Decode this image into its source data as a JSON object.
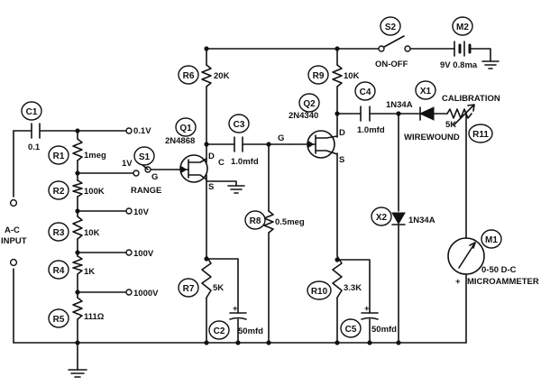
{
  "components": {
    "c1": {
      "ref": "C1",
      "value": "0.1"
    },
    "c2": {
      "ref": "C2",
      "value": "50mfd"
    },
    "c3": {
      "ref": "C3",
      "value": "1.0mfd"
    },
    "c4": {
      "ref": "C4",
      "value": "1.0mfd"
    },
    "c5": {
      "ref": "C5",
      "value": "50mfd"
    },
    "r1": {
      "ref": "R1",
      "value": "1meg"
    },
    "r2": {
      "ref": "R2",
      "value": "100K"
    },
    "r3": {
      "ref": "R3",
      "value": "10K"
    },
    "r4": {
      "ref": "R4",
      "value": "1K"
    },
    "r5": {
      "ref": "R5",
      "value": "111Ω"
    },
    "r6": {
      "ref": "R6",
      "value": "20K"
    },
    "r7": {
      "ref": "R7",
      "value": "5K"
    },
    "r8": {
      "ref": "R8",
      "value": "0.5meg"
    },
    "r9": {
      "ref": "R9",
      "value": "10K"
    },
    "r10": {
      "ref": "R10",
      "value": "3.3K"
    },
    "r11": {
      "ref": "R11",
      "value": "5K"
    },
    "q1": {
      "ref": "Q1",
      "value": "2N4868"
    },
    "q2": {
      "ref": "Q2",
      "value": "2N4340"
    },
    "s1": {
      "ref": "S1",
      "label": "RANGE"
    },
    "s2": {
      "ref": "S2",
      "label": "ON-OFF"
    },
    "m2": {
      "ref": "M2",
      "value": "9V  0.8ma"
    },
    "x1": {
      "ref": "X1",
      "value": "1N34A"
    },
    "x2": {
      "ref": "X2",
      "value": "1N34A"
    },
    "m1": {
      "ref": "M1",
      "value": "0-50 D-C",
      "desc": "MICROAMMETER"
    }
  },
  "taps": [
    "0.1V",
    "1V",
    "10V",
    "100V",
    "1000V"
  ],
  "pins": {
    "drain": "D",
    "gate": "G",
    "source": "S",
    "gate_mid": "G",
    "c_mark": "C"
  },
  "labels": {
    "input_line1": "A-C",
    "input_line2": "INPUT",
    "calibration": "CALIBRATION",
    "wirewound": "WIREWOUND",
    "plus": "+"
  }
}
